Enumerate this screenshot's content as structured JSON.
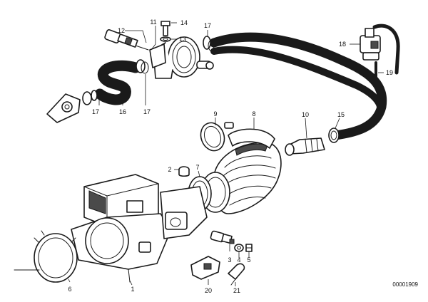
{
  "diagram_number": "00001909",
  "callouts": [
    {
      "label": "11"
    },
    {
      "label": "14"
    },
    {
      "label": "17"
    },
    {
      "label": "12"
    },
    {
      "label": "13"
    },
    {
      "label": "18"
    },
    {
      "label": "17"
    },
    {
      "label": "16"
    },
    {
      "label": "17"
    },
    {
      "label": "19"
    },
    {
      "label": "9"
    },
    {
      "label": "8"
    },
    {
      "label": "10"
    },
    {
      "label": "15"
    },
    {
      "label": "2"
    },
    {
      "label": "7"
    },
    {
      "label": "3"
    },
    {
      "label": "4"
    },
    {
      "label": "5"
    },
    {
      "label": "6"
    },
    {
      "label": "1"
    },
    {
      "label": "20"
    },
    {
      "label": "21"
    }
  ]
}
